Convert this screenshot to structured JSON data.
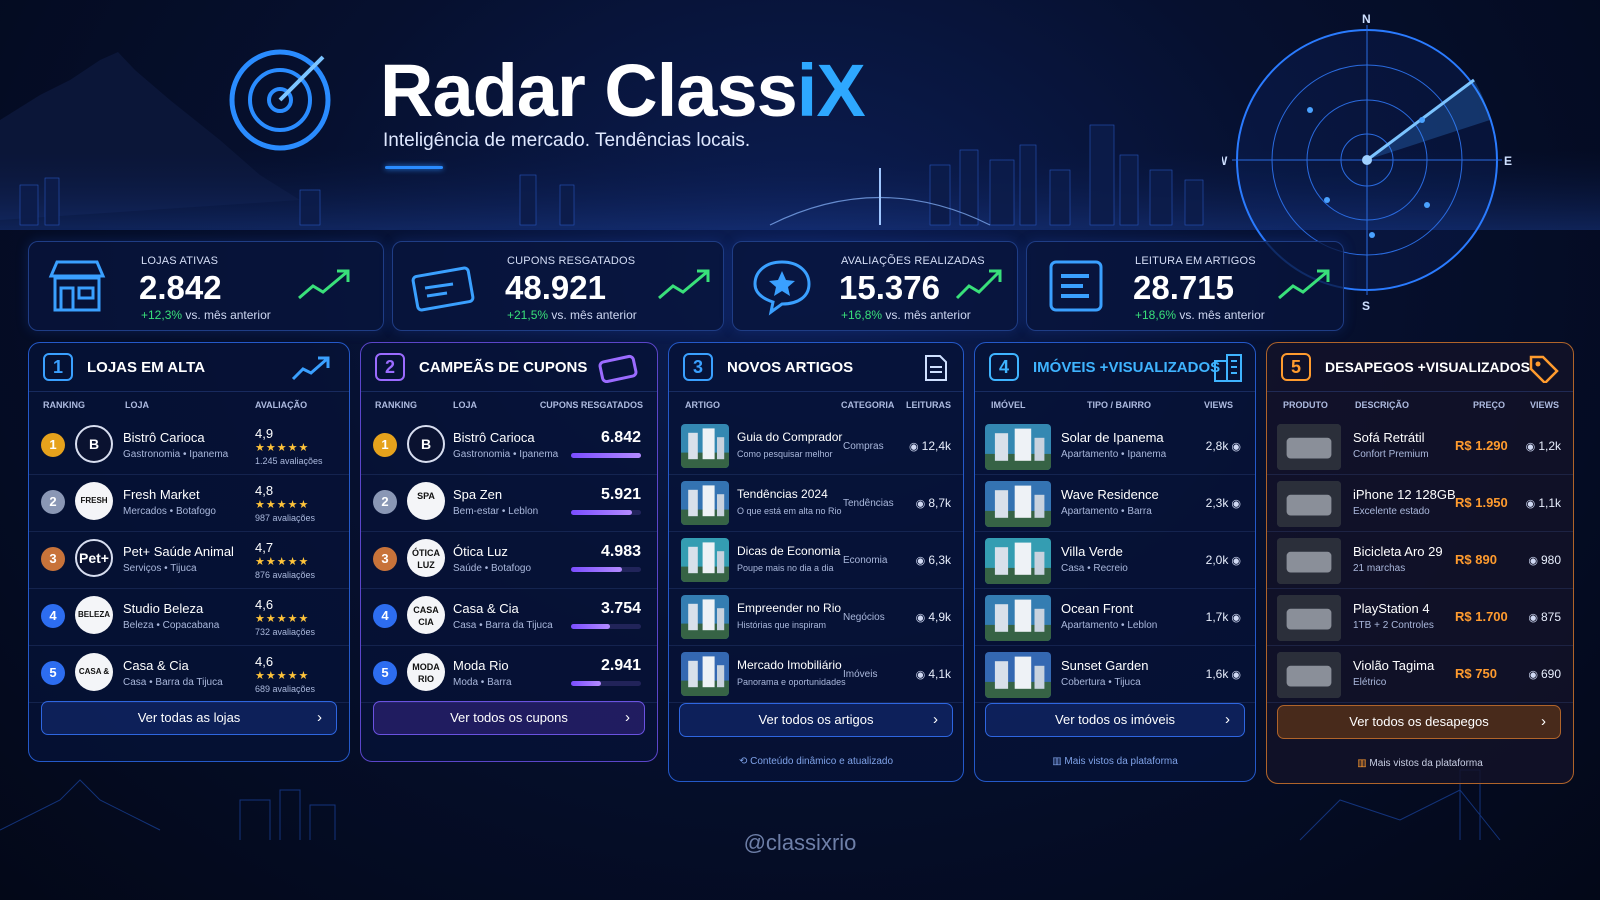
{
  "header": {
    "title_main": "Radar Class",
    "title_accent": "iX",
    "subtitle": "Inteligência de mercado. Tendências locais."
  },
  "compass": {
    "n": "N",
    "s": "S",
    "e": "E",
    "w": "W"
  },
  "stats": [
    {
      "label": "LOJAS ATIVAS",
      "value": "2.842",
      "change": "+12,3%",
      "suffix": "vs. mês anterior",
      "icon": "storefront-icon"
    },
    {
      "label": "CUPONS RESGATADOS",
      "value": "48.921",
      "change": "+21,5%",
      "suffix": "vs. mês anterior",
      "icon": "coupon-icon"
    },
    {
      "label": "AVALIAÇÕES REALIZADAS",
      "value": "15.376",
      "change": "+16,8%",
      "suffix": "vs. mês anterior",
      "icon": "review-star-icon"
    },
    {
      "label": "LEITURA EM ARTIGOS",
      "value": "28.715",
      "change": "+18,6%",
      "suffix": "vs. mês anterior",
      "icon": "article-icon"
    }
  ],
  "panels": {
    "lojas": {
      "num": "1",
      "title": "LOJAS EM ALTA",
      "cols": [
        "RANKING",
        "LOJA",
        "AVALIAÇÃO"
      ],
      "button": "Ver todas as lojas",
      "rows": [
        {
          "rank": "1",
          "avatar": "B",
          "name": "Bistrô Carioca",
          "meta": "Gastronomia • Ipanema",
          "rating": "4,9",
          "stars": "★★★★★",
          "count": "1.245 avaliações"
        },
        {
          "rank": "2",
          "avatar": "FRESH",
          "name": "Fresh Market",
          "meta": "Mercados • Botafogo",
          "rating": "4,8",
          "stars": "★★★★★",
          "count": "987 avaliações"
        },
        {
          "rank": "3",
          "avatar": "Pet+",
          "name": "Pet+ Saúde Animal",
          "meta": "Serviços • Tijuca",
          "rating": "4,7",
          "stars": "★★★★★",
          "count": "876 avaliações"
        },
        {
          "rank": "4",
          "avatar": "BELEZA",
          "name": "Studio Beleza",
          "meta": "Beleza • Copacabana",
          "rating": "4,6",
          "stars": "★★★★★",
          "count": "732 avaliações"
        },
        {
          "rank": "5",
          "avatar": "CASA & CIA",
          "name": "Casa & Cia",
          "meta": "Casa • Barra da Tijuca",
          "rating": "4,6",
          "stars": "★★★★★",
          "count": "689 avaliações"
        }
      ]
    },
    "cupons": {
      "num": "2",
      "title": "CAMPEÃS DE CUPONS",
      "cols": [
        "RANKING",
        "LOJA",
        "CUPONS RESGATADOS"
      ],
      "button": "Ver todos os cupons",
      "rows": [
        {
          "rank": "1",
          "avatar": "B",
          "name": "Bistrô Carioca",
          "meta": "Gastronomia • Ipanema",
          "value": "6.842",
          "share": 1.0
        },
        {
          "rank": "2",
          "avatar": "SPA",
          "name": "Spa Zen",
          "meta": "Bem-estar • Leblon",
          "value": "5.921",
          "share": 0.87
        },
        {
          "rank": "3",
          "avatar": "ÓTICA LUZ",
          "name": "Ótica Luz",
          "meta": "Saúde • Botafogo",
          "value": "4.983",
          "share": 0.73
        },
        {
          "rank": "4",
          "avatar": "CASA CIA",
          "name": "Casa & Cia",
          "meta": "Casa • Barra da Tijuca",
          "value": "3.754",
          "share": 0.55
        },
        {
          "rank": "5",
          "avatar": "MODA RIO",
          "name": "Moda Rio",
          "meta": "Moda • Barra",
          "value": "2.941",
          "share": 0.43
        }
      ]
    },
    "artigos": {
      "num": "3",
      "title": "NOVOS ARTIGOS",
      "cols": [
        "ARTIGO",
        "CATEGORIA",
        "LEITURAS"
      ],
      "button": "Ver todos os artigos",
      "footer": "⟲ Conteúdo dinâmico e atualizado",
      "rows": [
        {
          "title": "Guia do Comprador",
          "sub": "Como pesquisar melhor",
          "category": "Compras",
          "reads": "12,4k"
        },
        {
          "title": "Tendências 2024",
          "sub": "O que está em alta no Rio",
          "category": "Tendências",
          "reads": "8,7k"
        },
        {
          "title": "Dicas de Economia",
          "sub": "Poupe mais no dia a dia",
          "category": "Economia",
          "reads": "6,3k"
        },
        {
          "title": "Empreender no Rio",
          "sub": "Histórias que inspiram",
          "category": "Negócios",
          "reads": "4,9k"
        },
        {
          "title": "Mercado Imobiliário",
          "sub": "Panorama e oportunidades",
          "category": "Imóveis",
          "reads": "4,1k"
        }
      ]
    },
    "imoveis": {
      "num": "4",
      "title": "IMÓVEIS +VISUALIZADOS",
      "cols": [
        "IMÓVEL",
        "TIPO / BAIRRO",
        "VIEWS"
      ],
      "button": "Ver todos os imóveis",
      "footer": "Mais vistos da plataforma",
      "rows": [
        {
          "name": "Solar de Ipanema",
          "meta": "Apartamento • Ipanema",
          "views": "2,8k"
        },
        {
          "name": "Wave Residence",
          "meta": "Apartamento • Barra",
          "views": "2,3k"
        },
        {
          "name": "Villa Verde",
          "meta": "Casa • Recreio",
          "views": "2,0k"
        },
        {
          "name": "Ocean Front",
          "meta": "Apartamento • Leblon",
          "views": "1,7k"
        },
        {
          "name": "Sunset Garden",
          "meta": "Cobertura • Tijuca",
          "views": "1,6k"
        }
      ]
    },
    "desapegos": {
      "num": "5",
      "title": "DESAPEGOS +VISUALIZADOS",
      "cols": [
        "PRODUTO",
        "DESCRIÇÃO",
        "PREÇO",
        "VIEWS"
      ],
      "button": "Ver todos os desapegos",
      "footer": "Mais vistos da plataforma",
      "rows": [
        {
          "name": "Sofá Retrátil",
          "meta": "Confort Premium",
          "price": "R$ 1.290",
          "views": "1,2k"
        },
        {
          "name": "iPhone 12 128GB",
          "meta": "Excelente estado",
          "price": "R$ 1.950",
          "views": "1,1k"
        },
        {
          "name": "Bicicleta Aro 29",
          "meta": "21 marchas",
          "price": "R$ 890",
          "views": "980"
        },
        {
          "name": "PlayStation 4",
          "meta": "1TB + 2 Controles",
          "price": "R$ 1.700",
          "views": "875"
        },
        {
          "name": "Violão Tagima",
          "meta": "Elétrico",
          "price": "R$ 750",
          "views": "690"
        }
      ]
    }
  },
  "handle": "@classixrio",
  "colors": {
    "accent": "#2ea8ff",
    "cupons": "#9b6bff",
    "desapegos": "#ff9b2e",
    "imoveis": "#3fb4ff",
    "growth": "#39e07a"
  }
}
